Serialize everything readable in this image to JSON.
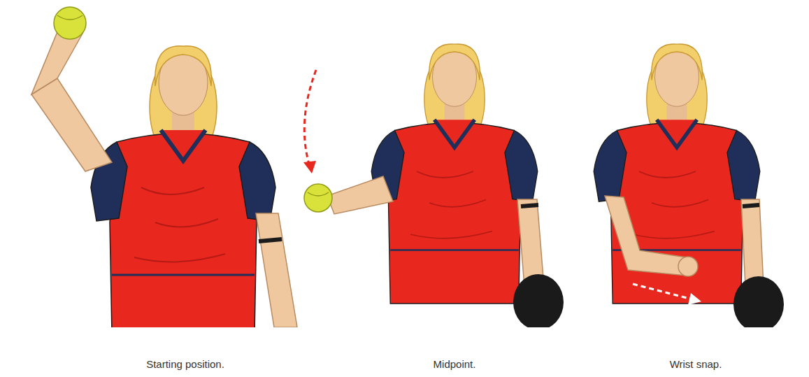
{
  "diagram": {
    "labels": [
      "Starting position.",
      "Midpoint.",
      "Wrist snap."
    ]
  }
}
